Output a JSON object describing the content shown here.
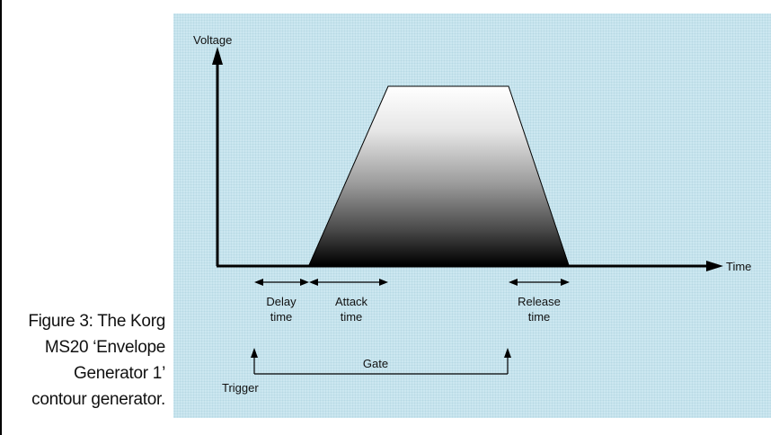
{
  "caption": {
    "line1": "Figure 3: The Korg",
    "line2": "MS20 ‘Envelope",
    "line3": "Generator 1’",
    "line4": "contour generator."
  },
  "diagram": {
    "y_axis_label": "Voltage",
    "x_axis_label": "Time",
    "delay_label_1": "Delay",
    "delay_label_2": "time",
    "attack_label_1": "Attack",
    "attack_label_2": "time",
    "release_label_1": "Release",
    "release_label_2": "time",
    "gate_label": "Gate",
    "trigger_label": "Trigger"
  }
}
